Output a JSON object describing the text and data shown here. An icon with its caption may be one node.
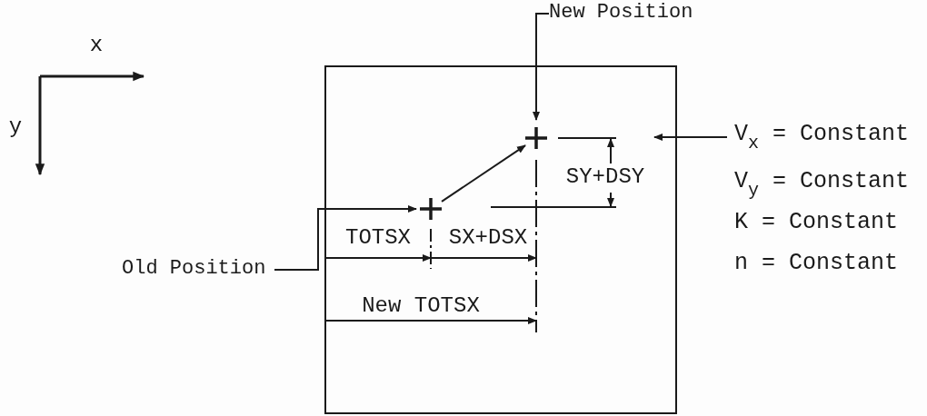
{
  "diagram": {
    "nodes": [
      {
        "text": [],
        "shape": "box"
      },
      {
        "text": [
          "New Position"
        ]
      },
      {
        "text": [],
        "shape": "cross",
        "in": 0
      },
      {
        "text": [
          "Old Position"
        ]
      },
      {
        "text": [],
        "shape": "cross",
        "in": 0
      },
      {
        "text": [
          "V$_{x}$ = Constant"
        ]
      }
    ],
    "edges": [
      {
        "from": 1,
        "to": 2,
        "arrow": "to"
      },
      {
        "from": 3,
        "to": 4,
        "arrow": "to"
      },
      {
        "from": 4,
        "to": 2,
        "arrow": "to"
      },
      {
        "from": 5,
        "to": 0,
        "arrow": "to"
      }
    ],
    "labels": [
      "x",
      "y",
      "SY+DSY",
      "TOTSX",
      "SX+DSX",
      "New TOTSX",
      "V$_{y}$ = Constant",
      "K = Constant",
      "n = Constant"
    ]
  }
}
